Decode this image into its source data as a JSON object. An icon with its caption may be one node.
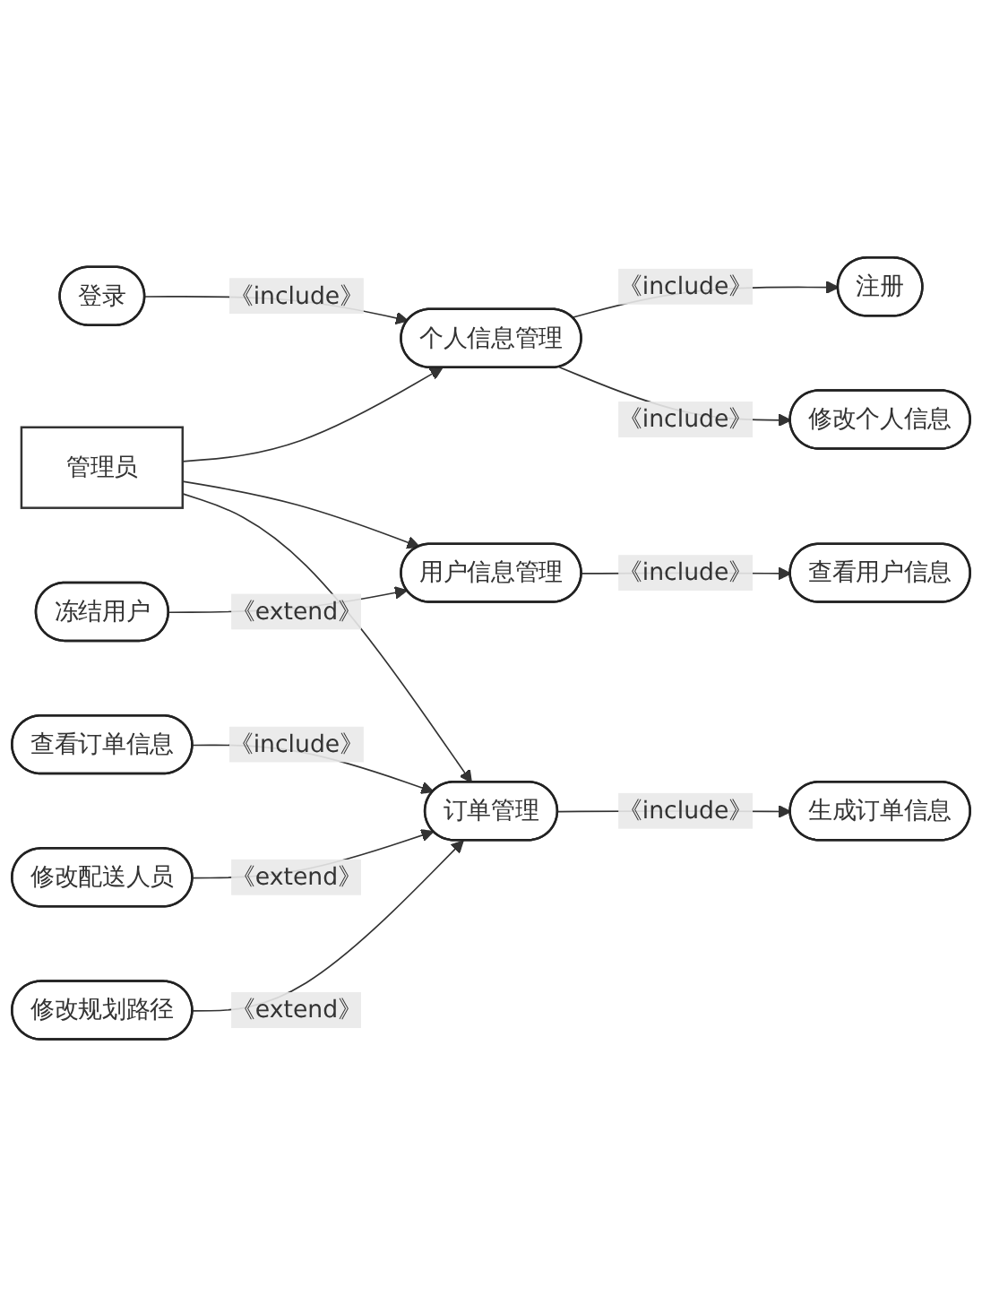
{
  "diagram": {
    "nodes": [
      {
        "text": [
          "管理员"
        ]
      },
      {
        "text": [
          "个人信息管理"
        ]
      },
      {
        "text": [
          "用户信息管理"
        ]
      },
      {
        "text": [
          "订单管理"
        ]
      },
      {
        "text": [
          "注册"
        ]
      },
      {
        "text": [
          "登录"
        ]
      },
      {
        "text": [
          "修改个人信息"
        ]
      },
      {
        "text": [
          "查看用户信息"
        ]
      },
      {
        "text": [
          "冻结用户"
        ]
      },
      {
        "text": [
          "生成订单信息"
        ]
      },
      {
        "text": [
          "查看订单信息"
        ]
      },
      {
        "text": [
          "修改配送人员"
        ]
      },
      {
        "text": [
          "修改规划路径"
        ]
      }
    ],
    "edges": [
      {
        "from": 0,
        "to": 1,
        "arrow": "to"
      },
      {
        "from": 0,
        "to": 2,
        "arrow": "to"
      },
      {
        "from": 0,
        "to": 3,
        "arrow": "to"
      },
      {
        "from": 1,
        "to": 4,
        "arrow": "to",
        "label": "《include》"
      },
      {
        "from": 5,
        "to": 1,
        "arrow": "to",
        "label": "《include》"
      },
      {
        "from": 1,
        "to": 6,
        "arrow": "to",
        "label": "《include》"
      },
      {
        "from": 2,
        "to": 7,
        "arrow": "to",
        "label": "《include》"
      },
      {
        "from": 8,
        "to": 2,
        "arrow": "to",
        "label": "《extend》"
      },
      {
        "from": 3,
        "to": 9,
        "arrow": "to",
        "label": "《include》"
      },
      {
        "from": 10,
        "to": 3,
        "arrow": "to",
        "label": "《include》"
      },
      {
        "from": 11,
        "to": 3,
        "arrow": "to",
        "label": "《extend》"
      },
      {
        "from": 12,
        "to": 3,
        "arrow": "to",
        "label": "《extend》"
      }
    ]
  }
}
